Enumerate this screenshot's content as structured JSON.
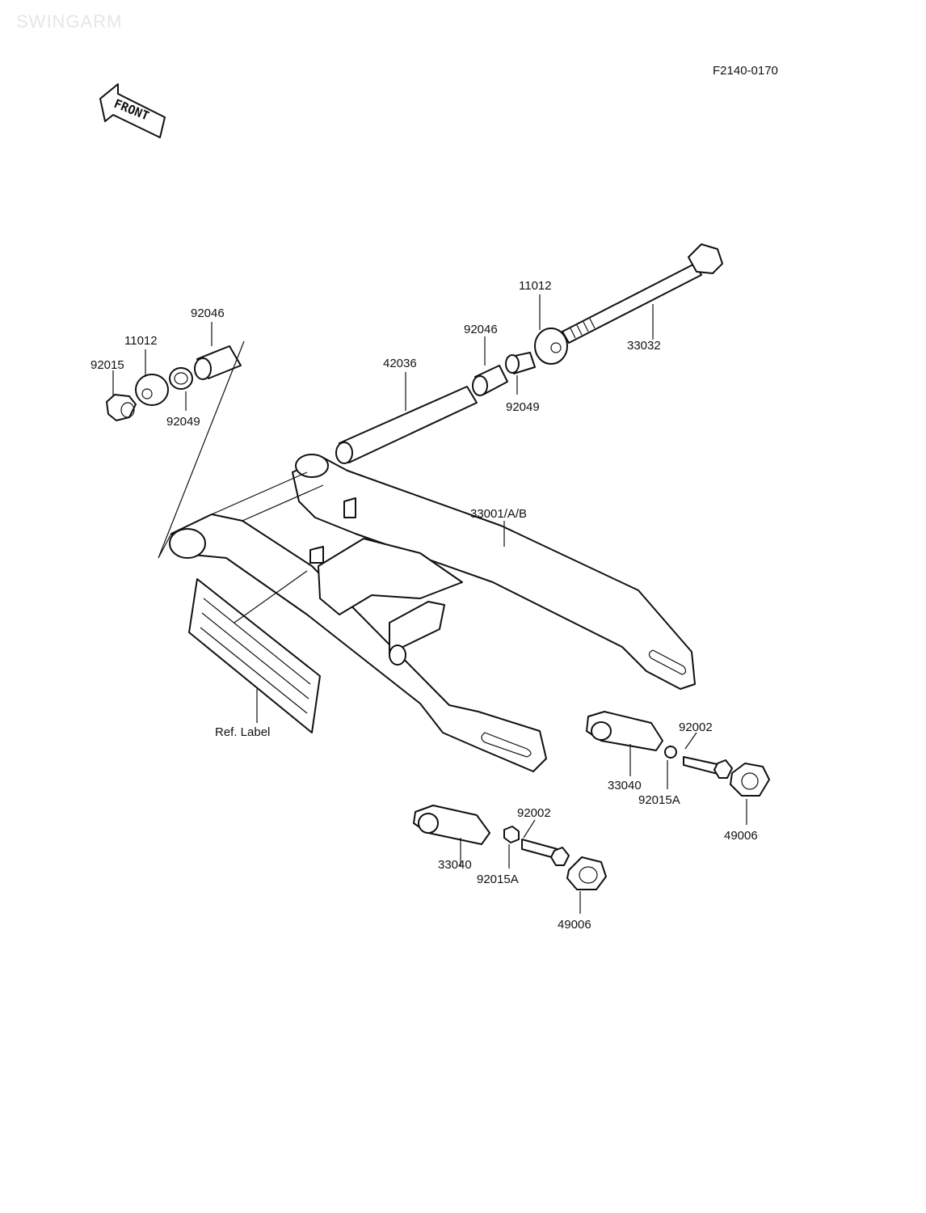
{
  "watermark": "SWINGARM",
  "figure_code": "F2140-0170",
  "front_arrow": "FRONT",
  "parts": {
    "p92046_left": "92046",
    "p11012_left": "11012",
    "p92015_left": "92015",
    "p92049_left": "92049",
    "p42036": "42036",
    "p92046_right": "92046",
    "p11012_right": "11012",
    "p92049_right": "92049",
    "p33032": "33032",
    "p33001": "33001/A/B",
    "ref_label": "Ref. Label",
    "p92002_right": "92002",
    "p33040_right": "33040",
    "p92015A_right": "92015A",
    "p49006_right": "49006",
    "p92002_left": "92002",
    "p33040_left": "33040",
    "p92015A_left": "92015A",
    "p49006_left": "49006"
  }
}
